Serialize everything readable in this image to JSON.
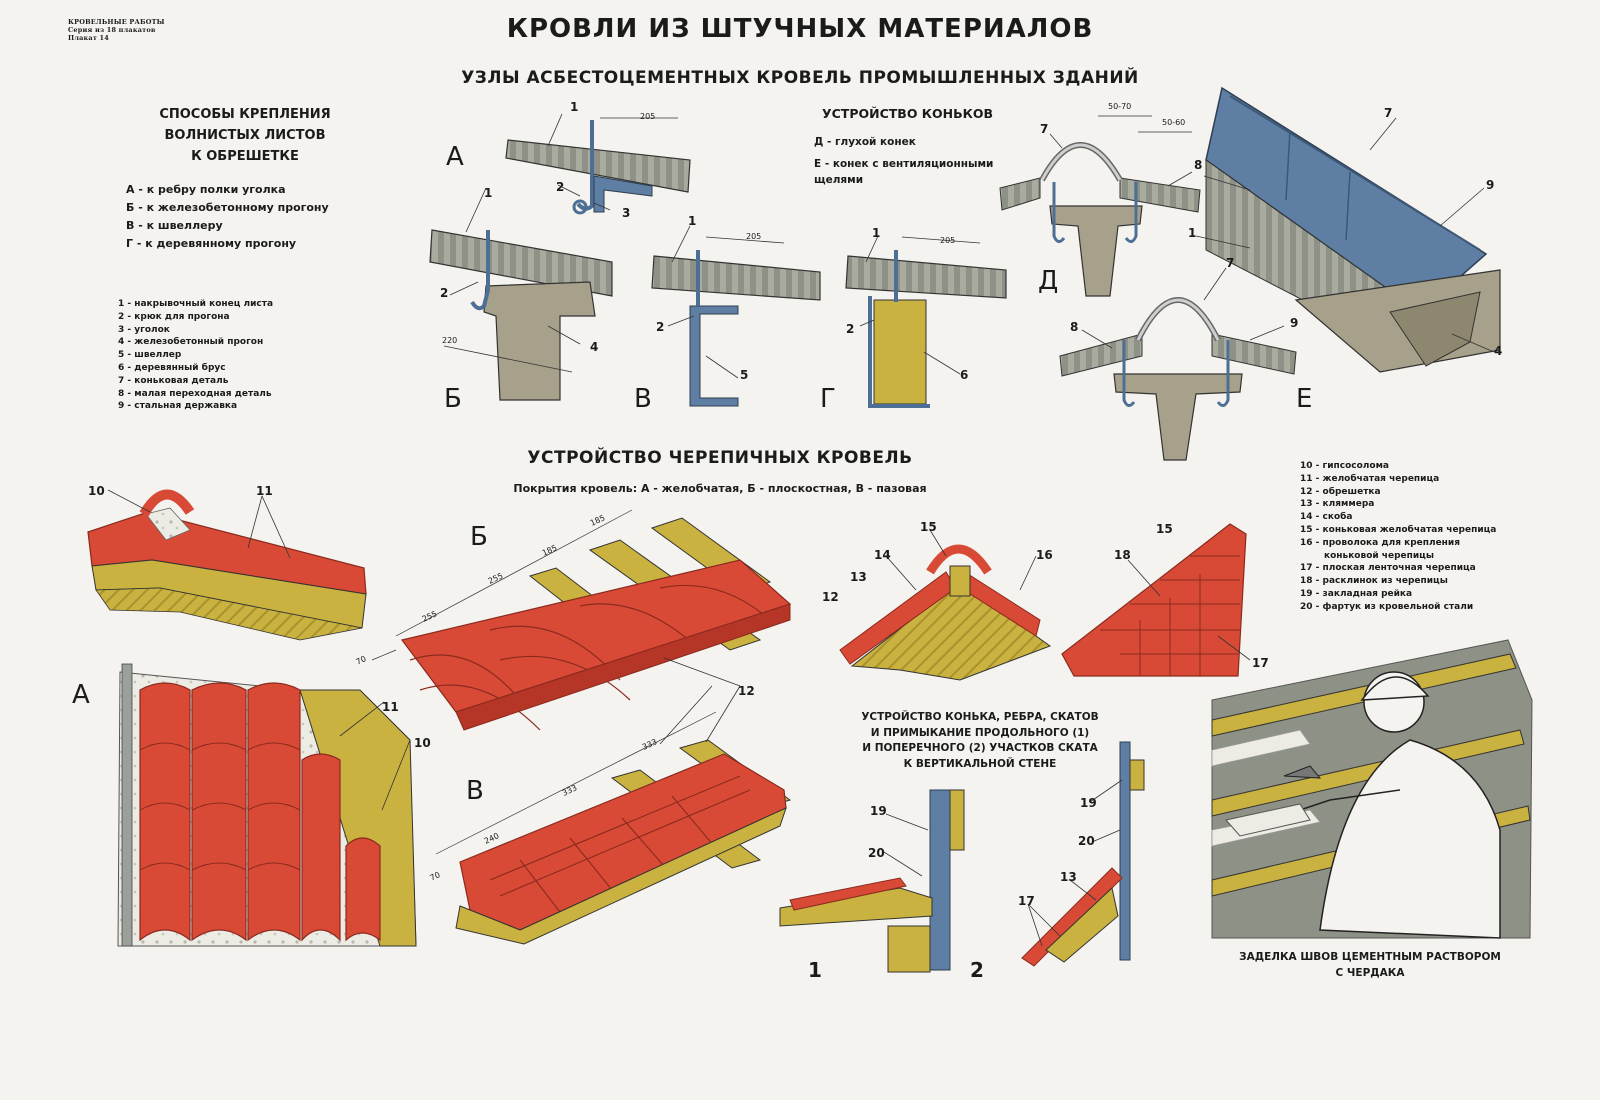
{
  "header": {
    "series_lines": [
      "КРОВЕЛЬНЫЕ РАБОТЫ",
      "Серия из 18 плакатов",
      "Плакат 14"
    ],
    "title": "КРОВЛИ ИЗ ШТУЧНЫХ МАТЕРИАЛОВ",
    "subtitle": "УЗЛЫ АСБЕСТОЦЕМЕНТНЫХ КРОВЕЛЬ ПРОМЫШЛЕННЫХ ЗДАНИЙ"
  },
  "fastening": {
    "heading": [
      "СПОСОБЫ КРЕПЛЕНИЯ",
      "ВОЛНИСТЫХ ЛИСТОВ",
      "К ОБРЕШЕТКЕ"
    ],
    "methods": [
      "А - к ребру полки уголка",
      "Б - к железобетонному прогону",
      "В - к швеллеру",
      "Г - к деревянному прогону"
    ],
    "legend": [
      "1 - накрывочный конец листа",
      "2 - крюк для прогона",
      "3 - уголок",
      "4 - железобетонный прогон",
      "5 - швеллер",
      "6 - деревянный брус",
      "7 - коньковая деталь",
      "8 - малая переходная деталь",
      "9 - стальная державка"
    ]
  },
  "ridges": {
    "heading": "УСТРОЙСТВО КОНЬКОВ",
    "items": [
      "Д - глухой конек",
      "Е - конек с вентиляционными щелями"
    ]
  },
  "tile_section": {
    "heading": "УСТРОЙСТВО ЧЕРЕПИЧНЫХ КРОВЕЛЬ",
    "covering": "Покрытия кровель: А - желобчатая, Б - плоскостная, В - пазовая",
    "legend": [
      "10 - гипсосолома",
      "11 - желобчатая черепица",
      "12 - обрешетка",
      "13 - кляммера",
      "14 - скоба",
      "15 - коньковая желобчатая черепица",
      "16 - проволока для крепления",
      "коньковой черепицы",
      "17 - плоская ленточная черепица",
      "18 - расклинок из черепицы",
      "19 - закладная рейка",
      "20 - фартук из кровельной стали"
    ],
    "ridge_caption": [
      "УСТРОЙСТВО КОНЬКА, РЕБРА, СКАТОВ",
      "И ПРИМЫКАНИЕ ПРОДОЛЬНОГО (1)",
      "И ПОПЕРЕЧНОГО (2) УЧАСТКОВ СКАТА",
      "К ВЕРТИКАЛЬНОЙ СТЕНЕ"
    ],
    "sealing_caption": [
      "ЗАДЕЛКА ШВОВ ЦЕМЕНТНЫМ РАСТВОРОМ",
      "С ЧЕРДАКА"
    ]
  },
  "figure_letters": {
    "A": "А",
    "B": "Б",
    "V": "В",
    "G": "Г",
    "D": "Д",
    "E": "Е",
    "one": "1",
    "two": "2"
  },
  "dimensions": {
    "d205": "205",
    "d220": "220",
    "d5070": "50-70",
    "d5060": "50-60",
    "d255": "255",
    "d185": "185",
    "d70": "70",
    "d333": "333",
    "d240": "240"
  },
  "callouts": {
    "n1": "1",
    "n2": "2",
    "n3": "3",
    "n4": "4",
    "n5": "5",
    "n6": "6",
    "n7": "7",
    "n8": "8",
    "n9": "9",
    "n10": "10",
    "n11": "11",
    "n12": "12",
    "n13": "13",
    "n14": "14",
    "n15": "15",
    "n16": "16",
    "n17": "17",
    "n18": "18",
    "n19": "19",
    "n20": "20"
  },
  "colors": {
    "concrete": "#a7a08a",
    "sheet": "#8e9186",
    "tile": "#d94a36",
    "wood": "#c9b23f",
    "steel": "#5e7fa3"
  }
}
